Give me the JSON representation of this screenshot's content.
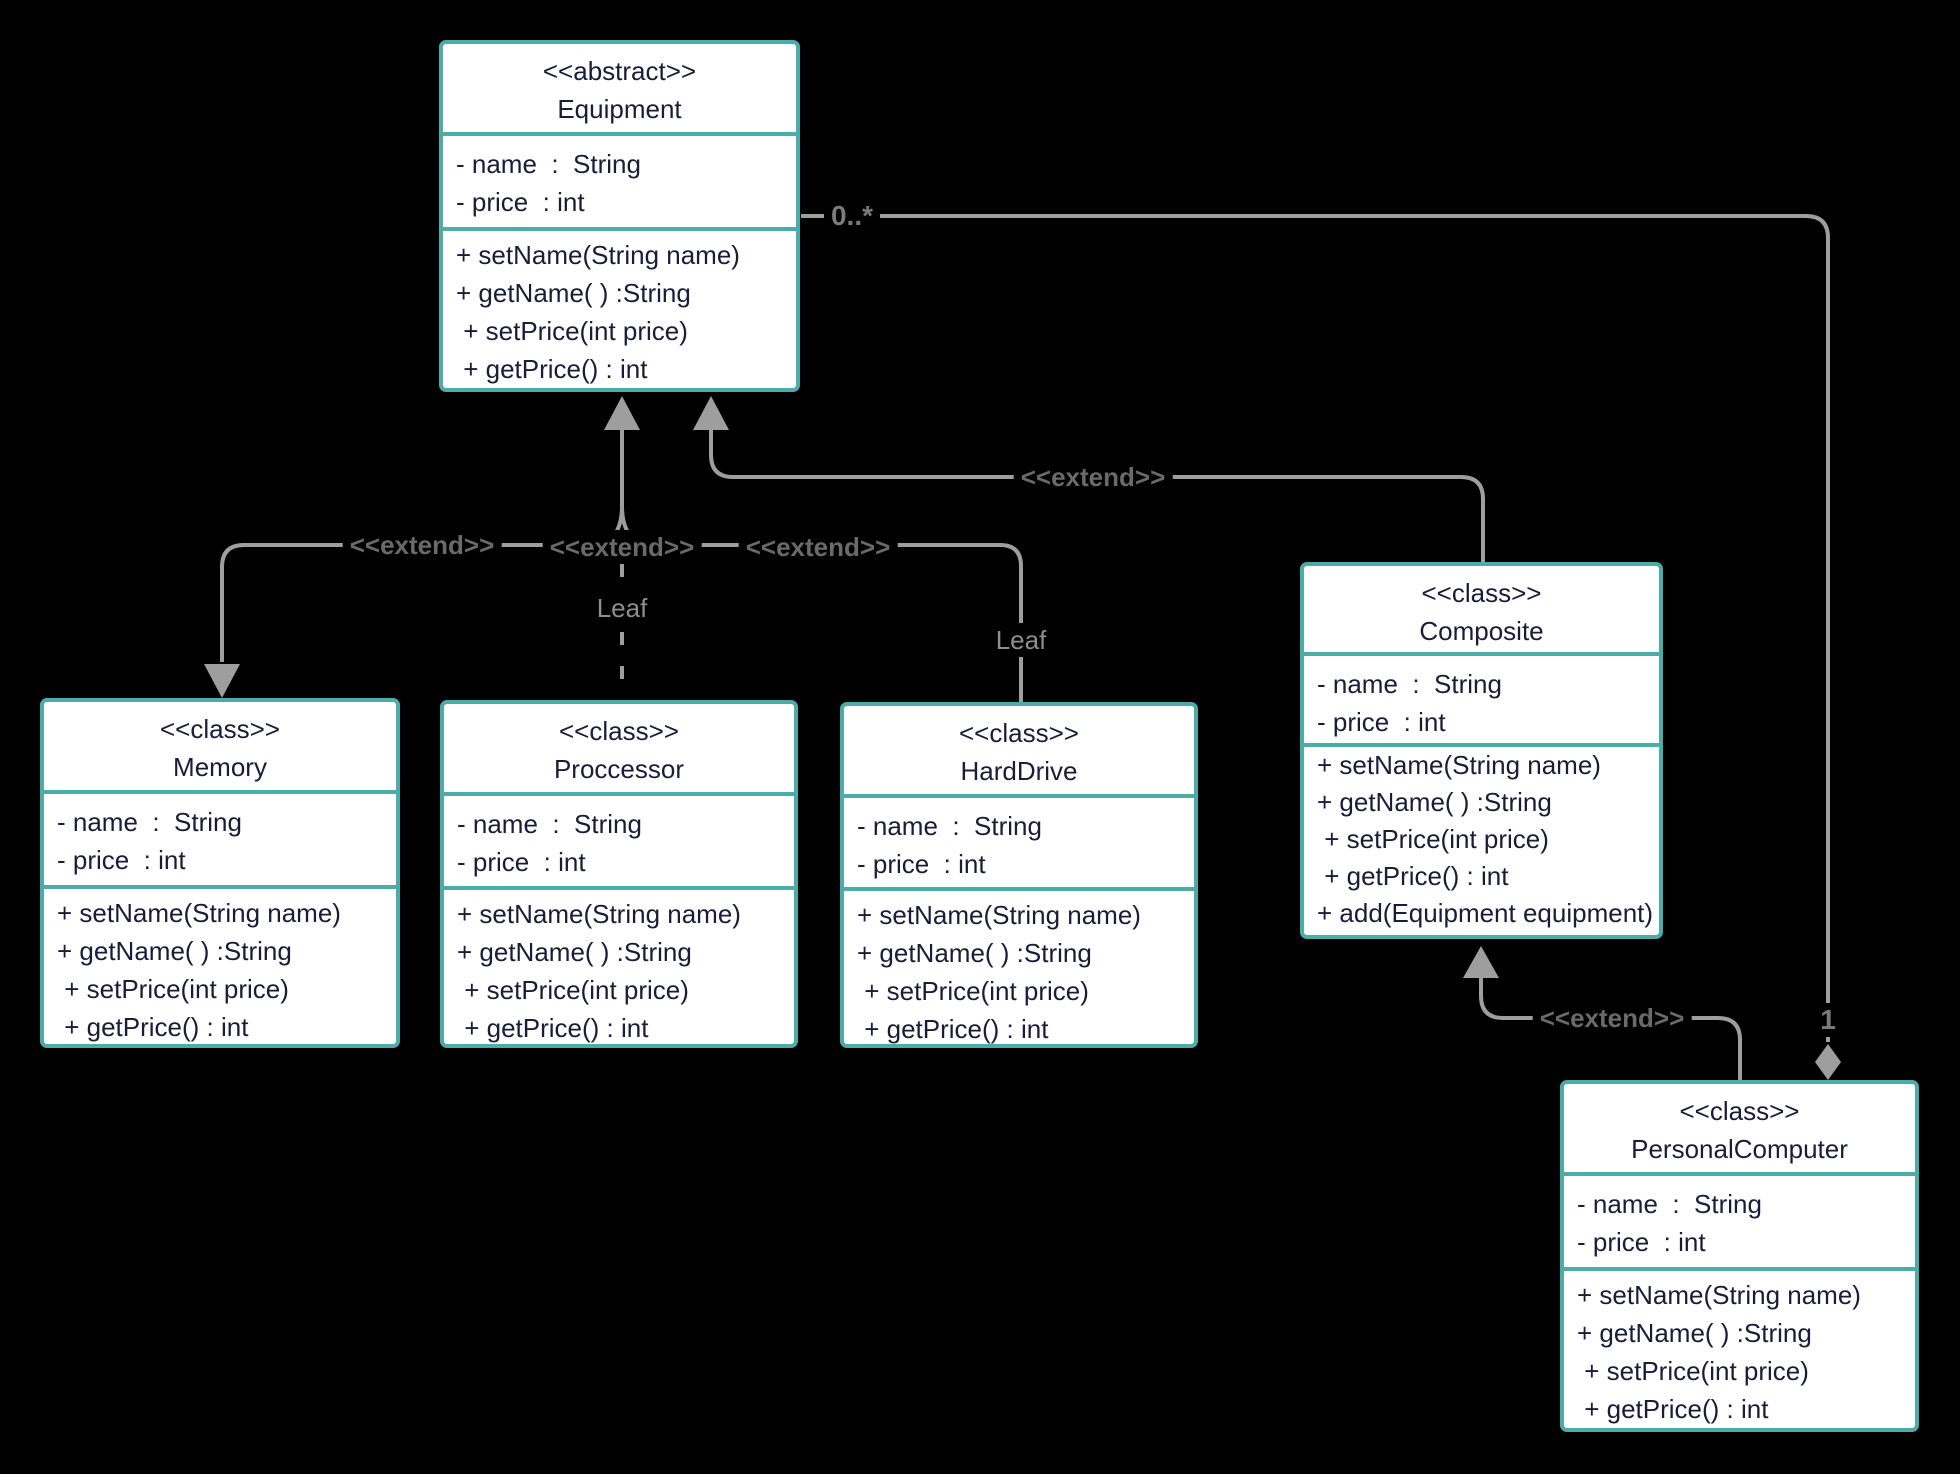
{
  "d": {
    "colors": {
      "background": "#000000",
      "box_border": "#4caca9",
      "box_fill": "#ffffff",
      "text": "#1b1b3a",
      "line": "#9e9e9e",
      "ext_text": "#6a6a6a",
      "leaf_text": "#8e8e8e",
      "mult_text": "#7b7b7b"
    },
    "labels": {
      "extend": "<<extend>>",
      "leaf": "Leaf",
      "zero_many": "0..*",
      "one": "1"
    },
    "classes": [
      {
        "stereotype": "<<abstract>>",
        "name": "Equipment",
        "attributes": [
          "- name  :  String",
          "- price  : int"
        ],
        "methods": [
          "+ setName(String name)",
          "+ getName( ) :String",
          " + setPrice(int price)",
          " + getPrice() : int"
        ]
      },
      {
        "stereotype": "<<class>>",
        "name": "Memory",
        "attributes": [
          "- name  :  String",
          "- price  : int"
        ],
        "methods": [
          "+ setName(String name)",
          "+ getName( ) :String",
          " + setPrice(int price)",
          " + getPrice() : int"
        ]
      },
      {
        "stereotype": "<<class>>",
        "name": "Proccessor",
        "attributes": [
          "- name  :  String",
          "- price  : int"
        ],
        "methods": [
          "+ setName(String name)",
          "+ getName( ) :String",
          " + setPrice(int price)",
          " + getPrice() : int"
        ]
      },
      {
        "stereotype": "<<class>>",
        "name": "HardDrive",
        "attributes": [
          "- name  :  String",
          "- price  : int"
        ],
        "methods": [
          "+ setName(String name)",
          "+ getName( ) :String",
          " + setPrice(int price)",
          " + getPrice() : int"
        ]
      },
      {
        "stereotype": "<<class>>",
        "name": "Composite",
        "attributes": [
          "- name  :  String",
          "- price  : int"
        ],
        "methods": [
          "+ setName(String name)",
          "+ getName( ) :String",
          " + setPrice(int price)",
          " + getPrice() : int",
          "+ add(Equipment equipment)"
        ]
      },
      {
        "stereotype": "<<class>>",
        "name": "PersonalComputer",
        "attributes": [
          "- name  :  String",
          "- price  : int"
        ],
        "methods": [
          "+ setName(String name)",
          "+ getName( ) :String",
          " + setPrice(int price)",
          " + getPrice() : int"
        ]
      }
    ]
  }
}
